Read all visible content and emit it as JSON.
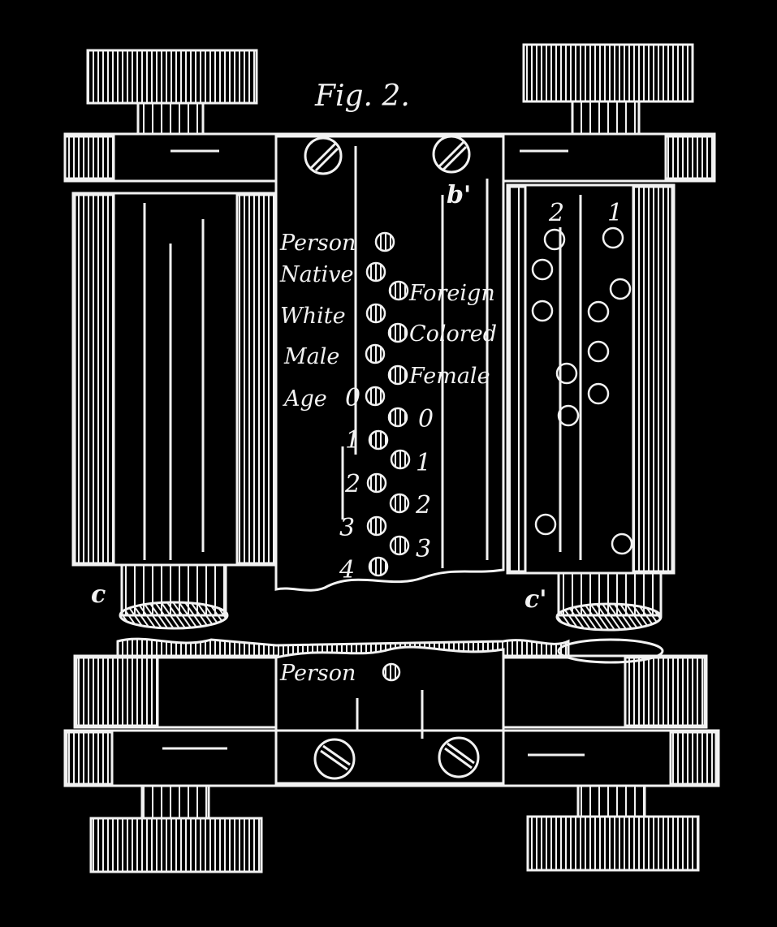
{
  "figure": {
    "title": "Fig. 2.",
    "colors": {
      "background": "#000000",
      "ink": "#f2f2f2"
    },
    "labels": {
      "person": "Person",
      "native": "Native",
      "foreign": "Foreign",
      "white": "White",
      "colored": "Colored",
      "male": "Male",
      "female": "Female",
      "age": "Age",
      "person_lower": "Person"
    },
    "age_left": [
      "0",
      "1",
      "2",
      "3",
      "4"
    ],
    "age_right": [
      "0",
      "1",
      "2",
      "3"
    ],
    "right_top_numbers": [
      "2",
      "1"
    ],
    "refs": {
      "b": "b'",
      "c": "c",
      "c_prime": "c'"
    }
  }
}
